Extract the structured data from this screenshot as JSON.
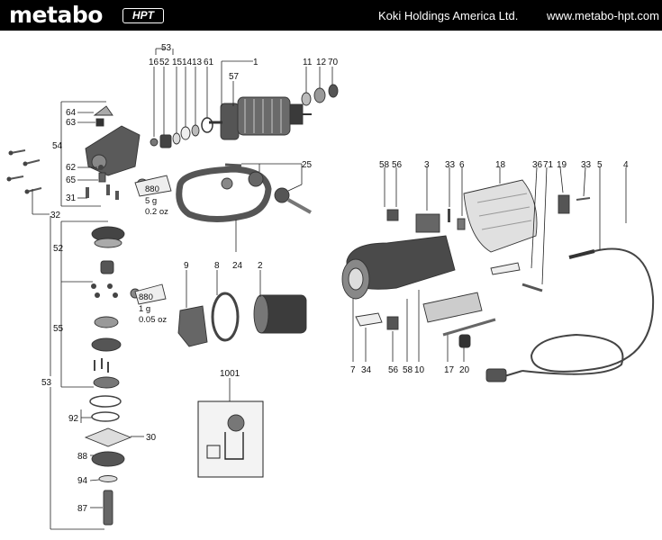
{
  "header": {
    "brand": "metabo",
    "brand_badge": "HPT",
    "company": "Koki Holdings America Ltd.",
    "website": "www.metabo-hpt.com"
  },
  "parts": {
    "p53_top": "53",
    "p16": "16",
    "p52_top": "52",
    "p15": "15",
    "p14": "14",
    "p13": "13",
    "p61": "61",
    "p1": "1",
    "p57": "57",
    "p11": "11",
    "p12": "12",
    "p70": "70",
    "p64": "64",
    "p63": "63",
    "p54": "54",
    "p62": "62",
    "p65": "65",
    "p31": "31",
    "p32": "32",
    "p25": "25",
    "p24": "24",
    "p58_top": "58",
    "p56_top": "56",
    "p3": "3",
    "p33_mid": "33",
    "p6": "6",
    "p18": "18",
    "p36": "36",
    "p71": "71",
    "p19": "19",
    "p33_right": "33",
    "p4": "4",
    "p5": "5",
    "p52_left": "52",
    "p55": "55",
    "p53_left": "53",
    "p92": "92",
    "p30": "30",
    "p88": "88",
    "p94": "94",
    "p87": "87",
    "p9": "9",
    "p8": "8",
    "p2": "2",
    "p7": "7",
    "p34": "34",
    "p56_bot": "56",
    "p58_bot": "58",
    "p10": "10",
    "p17": "17",
    "p20": "20",
    "p1001": "1001"
  },
  "grease": {
    "upper": {
      "code": "880",
      "weight": "5 g",
      "weight_oz": "0.2 oz"
    },
    "lower": {
      "code": "880",
      "weight": "1 g",
      "weight_oz": "0.05 oz"
    }
  },
  "colors": {
    "header_bg": "#000000",
    "header_text": "#ffffff",
    "parts": "#4a4a4a",
    "parts_light": "#b5b5b5",
    "line": "#222222"
  }
}
